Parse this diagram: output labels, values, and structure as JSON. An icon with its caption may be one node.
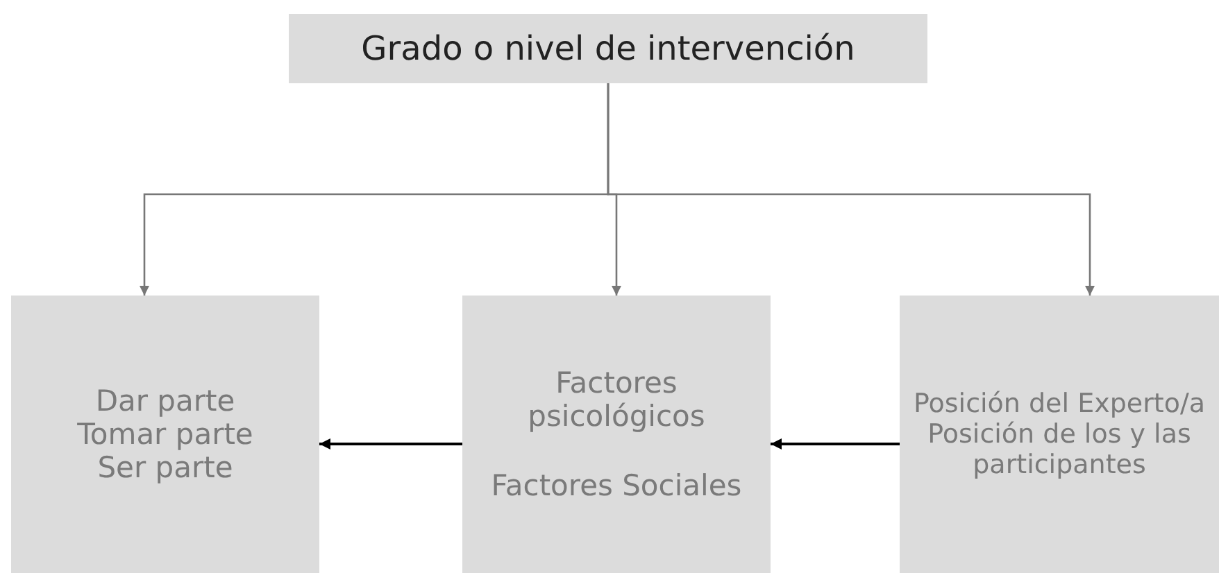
{
  "diagram": {
    "nodes": [
      {
        "text": [
          "Grado o nivel de intervención"
        ]
      },
      {
        "text": [
          "Dar parte",
          "Tomar parte",
          "Ser parte"
        ]
      },
      {
        "text": [
          "Factores psicológicos",
          "Factores Sociales"
        ]
      },
      {
        "text": [
          "Posición del Experto/a",
          "Posición de los y las participantes"
        ]
      }
    ],
    "edges": [
      {
        "from": 0,
        "to": 1,
        "arrow": "to"
      },
      {
        "from": 0,
        "to": 2,
        "arrow": "to"
      },
      {
        "from": 0,
        "to": 3,
        "arrow": "to"
      },
      {
        "from": 2,
        "to": 1,
        "arrow": "to",
        "color": "#000000"
      },
      {
        "from": 3,
        "to": 2,
        "arrow": "to",
        "color": "#000000"
      }
    ]
  }
}
